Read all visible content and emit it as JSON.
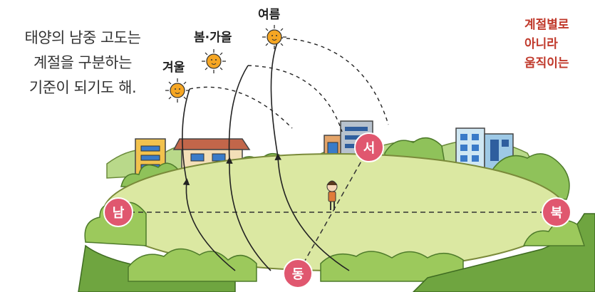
{
  "note_left": [
    "태양의 남중 고도는",
    "계절을 구분하는",
    "기준이 되기도 해."
  ],
  "note_right": [
    "계절별로",
    "아니라",
    "움직이는"
  ],
  "seasons": {
    "summer": "여름",
    "spring_autumn": "봄·가을",
    "winter": "겨울"
  },
  "directions": {
    "south": "남",
    "north": "북",
    "east": "동",
    "west": "서"
  },
  "colors": {
    "field": "#dbe8a2",
    "field_edge": "#7a8a3a",
    "bush": "#9cc95c",
    "bush_dark": "#6fa540",
    "direction_marker": "#e0576f",
    "sun": "#f5a623",
    "note_right_text": "#c0392b"
  }
}
